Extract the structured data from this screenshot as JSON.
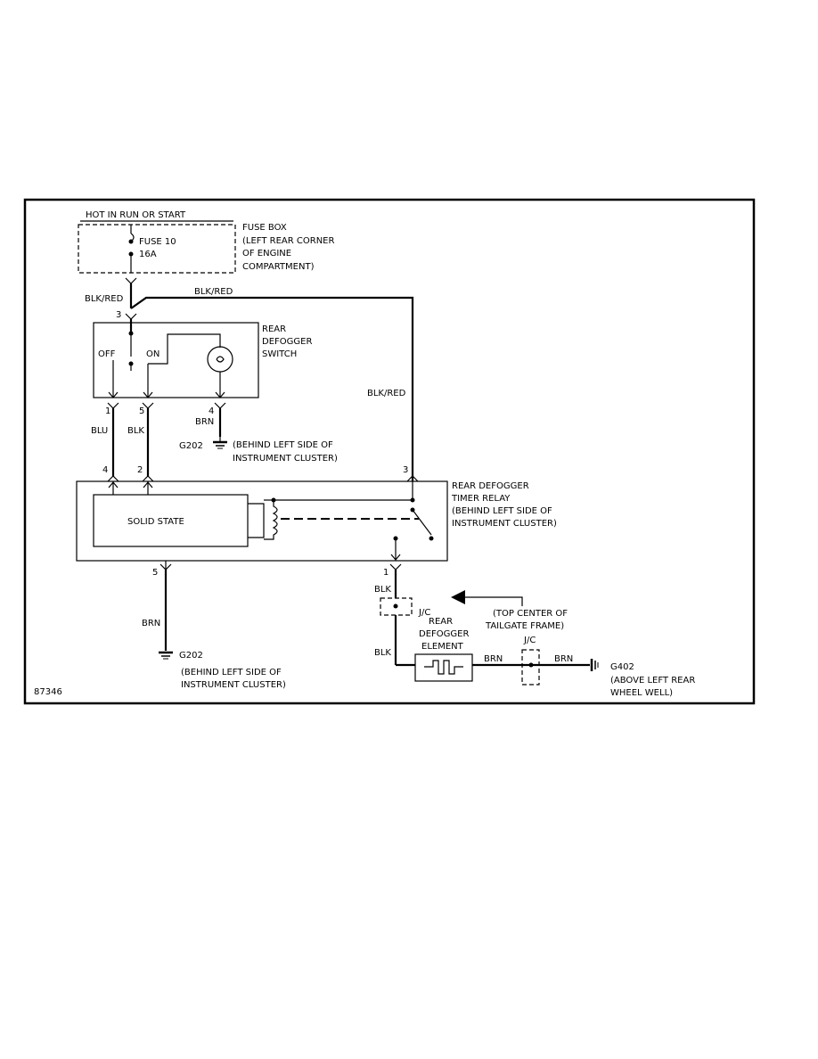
{
  "hot_label": "HOT IN RUN OR START",
  "fuse_box": {
    "fuse_name": "FUSE 10",
    "fuse_rating": "16A",
    "label": [
      "FUSE BOX",
      "(LEFT REAR CORNER",
      "OF ENGINE",
      "COMPARTMENT)"
    ]
  },
  "wire_colors": {
    "blk_red_left": "BLK/RED",
    "blk_red_top": "BLK/RED",
    "blk_red_right": "BLK/RED",
    "blu": "BLU",
    "blk_pin5": "BLK",
    "brn_switch": "BRN",
    "brn_relay": "BRN",
    "blk_upper": "BLK",
    "blk_lower": "BLK",
    "brn_element": "BRN",
    "brn_ground": "BRN"
  },
  "switch": {
    "title": [
      "REAR",
      "DEFOGGER",
      "SWITCH"
    ],
    "off_label": "OFF",
    "on_label": "ON",
    "pins": {
      "p3": "3",
      "p1": "1",
      "p5": "5",
      "p4": "4"
    }
  },
  "relay": {
    "title": [
      "REAR DEFOGGER",
      "TIMER RELAY",
      "(BEHIND LEFT SIDE OF",
      "INSTRUMENT CLUSTER)"
    ],
    "solid_state": "SOLID STATE",
    "pins": {
      "p4": "4",
      "p2": "2",
      "p3": "3",
      "p5": "5",
      "p1": "1"
    }
  },
  "ground_g202_upper": {
    "name": "G202",
    "location": [
      "(BEHIND LEFT SIDE OF",
      "INSTRUMENT CLUSTER)"
    ]
  },
  "ground_g202_lower": {
    "name": "G202",
    "location": [
      "(BEHIND LEFT SIDE OF",
      "INSTRUMENT CLUSTER)"
    ]
  },
  "junction_upper": "J/C",
  "junction_lower": "J/C",
  "tailgate_note": [
    "(TOP CENTER OF",
    "TAILGATE FRAME)"
  ],
  "element": [
    "REAR",
    "DEFOGGER",
    "ELEMENT"
  ],
  "ground_g402": {
    "name": "G402",
    "location": [
      "(ABOVE LEFT REAR",
      "WHEEL WELL)"
    ]
  },
  "figure_id": "87346"
}
